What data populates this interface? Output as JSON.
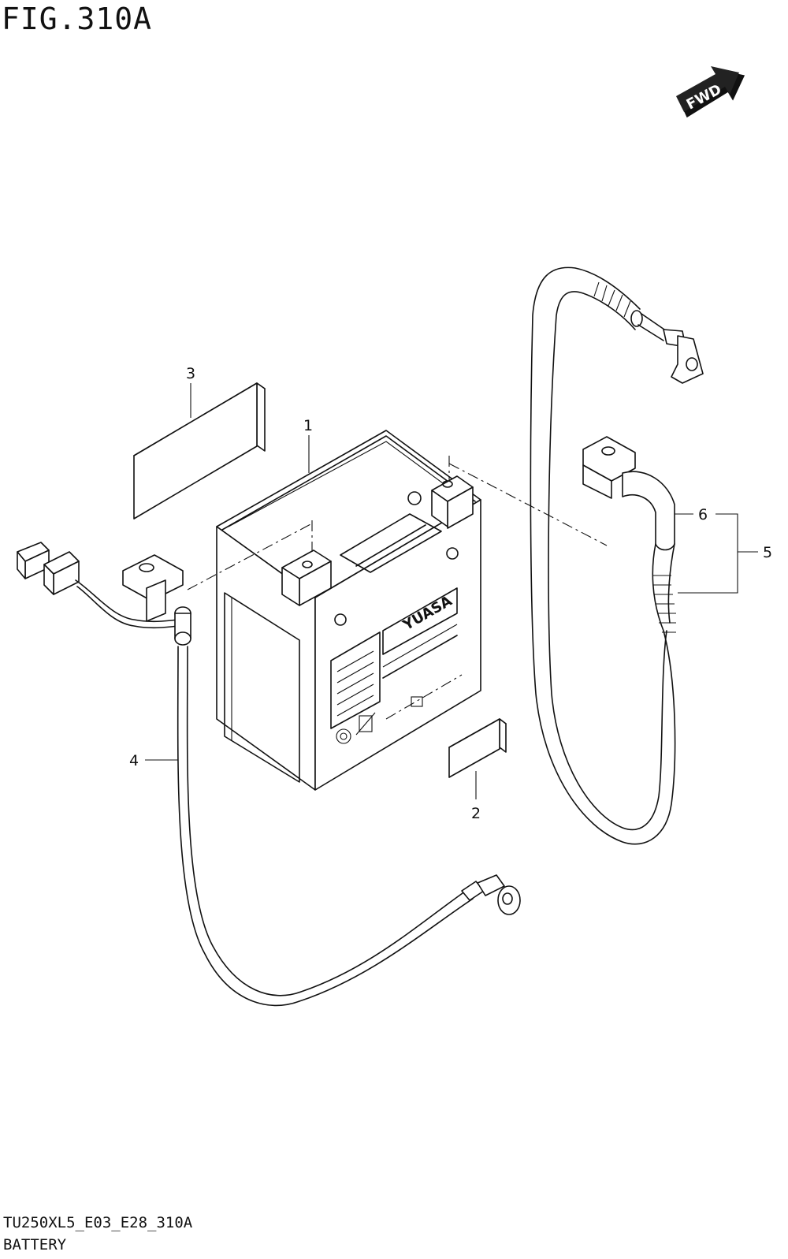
{
  "figure": {
    "title": "FIG.310A",
    "code": "TU250XL5_E03_E28_310A",
    "name": "BATTERY"
  },
  "fwd_label": "FWD",
  "brand_label": "YUASA",
  "callouts": {
    "c1": "1",
    "c2": "2",
    "c3": "3",
    "c4": "4",
    "c5": "5",
    "c6": "6"
  }
}
